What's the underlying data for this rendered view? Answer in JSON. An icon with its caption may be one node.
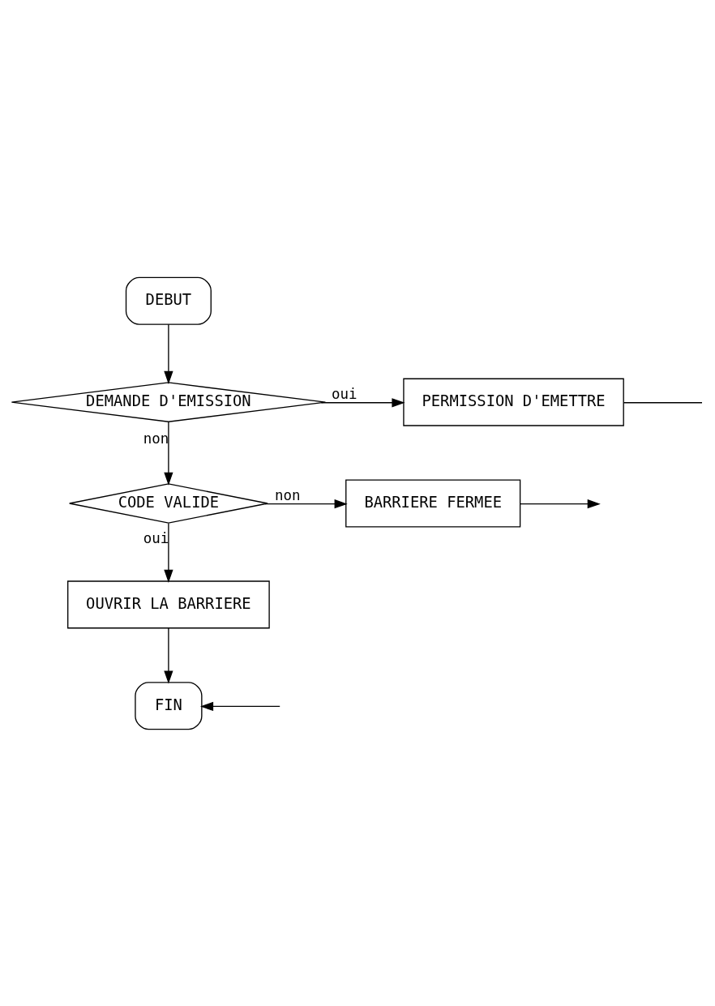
{
  "diagram": {
    "nodes": [
      {
        "text": [
          "DEBUT"
        ]
      },
      {
        "text": [
          "DEMANDE D'EMISSION"
        ]
      },
      {
        "text": [
          "PERMISSION D'EMETTRE"
        ]
      },
      {
        "text": [
          "CODE VALIDE"
        ]
      },
      {
        "text": [
          "BARRIERE FERMEE"
        ]
      },
      {
        "text": [
          "OUVRIR LA BARRIERE"
        ]
      },
      {
        "text": [
          "FIN"
        ]
      }
    ],
    "edges": [
      {
        "from": 0,
        "to": 1,
        "arrow": "to"
      },
      {
        "from": 1,
        "to": 2,
        "arrow": "to",
        "label": "oui"
      },
      {
        "from": 2,
        "to": null,
        "arrow": "none"
      },
      {
        "from": 1,
        "to": 3,
        "arrow": "to",
        "label": "non"
      },
      {
        "from": 3,
        "to": 4,
        "arrow": "to",
        "label": "non"
      },
      {
        "from": 4,
        "to": null,
        "arrow": "to"
      },
      {
        "from": 3,
        "to": 5,
        "arrow": "to",
        "label": "oui"
      },
      {
        "from": 5,
        "to": 6,
        "arrow": "to"
      },
      {
        "from": null,
        "to": 6,
        "arrow": "to"
      }
    ]
  }
}
